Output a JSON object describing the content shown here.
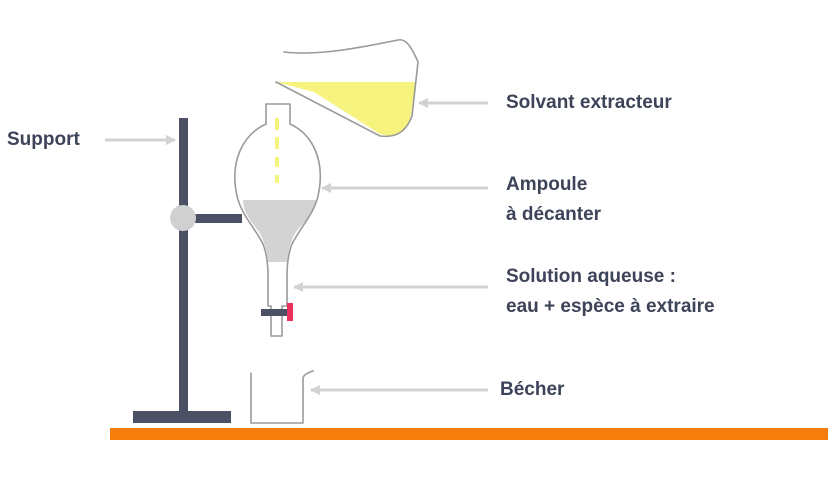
{
  "labels": {
    "support": "Support",
    "solvant": "Solvant extracteur",
    "ampoule": [
      "Ampoule",
      "à décanter"
    ],
    "solution": [
      "Solution aqueuse :",
      "eau + espèce à extraire"
    ],
    "becher": "Bécher"
  },
  "colors": {
    "background": "#ffffff",
    "text": "#3d4358",
    "stand": "#4b5065",
    "glass_outline": "#9a9a9a",
    "arrow": "#d2d2d2",
    "aqueous_liquid": "#d3d3d3",
    "solvent_liquid": "#f6f37e",
    "tap_handle": "#e8305a",
    "bench": "#f47d0c",
    "clamp_ball": "#d0d0d0"
  },
  "icons": {
    "stand": "retort-stand-icon",
    "funnel": "separatory-funnel-icon",
    "flask": "pouring-flask-icon",
    "beaker": "beaker-icon"
  }
}
